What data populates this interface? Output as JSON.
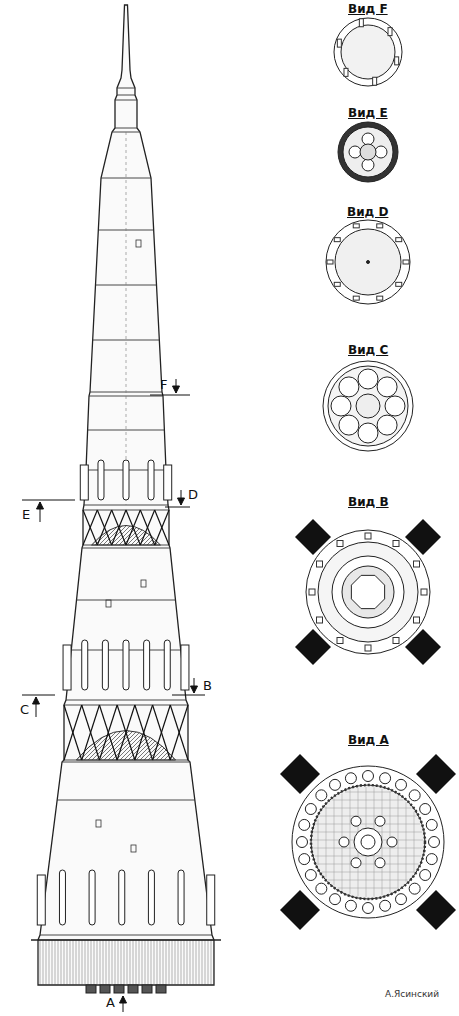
{
  "diagram": {
    "labels": [
      "Вид F",
      "F",
      "Вид E",
      "Вид D",
      "D",
      "E",
      "Вид C",
      "Вид B",
      "B",
      "C",
      "Вид A",
      "A",
      "А.Ясинский"
    ]
  }
}
